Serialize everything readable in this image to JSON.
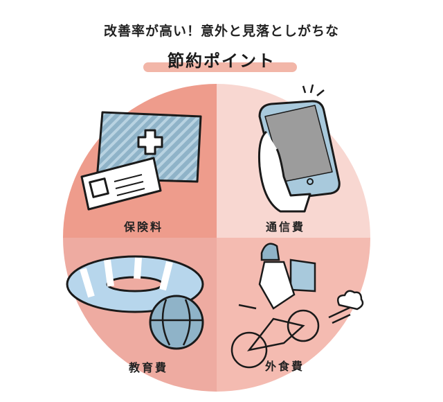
{
  "header": {
    "subtitle": "改善率が高い！意外と見落としがちな",
    "title": "節約ポイント"
  },
  "quadrants": [
    {
      "label": "保険料",
      "icon": "insurance-card-icon",
      "color": "#ee9c8c"
    },
    {
      "label": "通信費",
      "icon": "smartphone-icon",
      "color": "#f8d7d1"
    },
    {
      "label": "教育費",
      "icon": "swim-ring-ball-icon",
      "color": "#eeaba1"
    },
    {
      "label": "外食費",
      "icon": "delivery-bicycle-icon",
      "color": "#f4bbb1"
    }
  ]
}
